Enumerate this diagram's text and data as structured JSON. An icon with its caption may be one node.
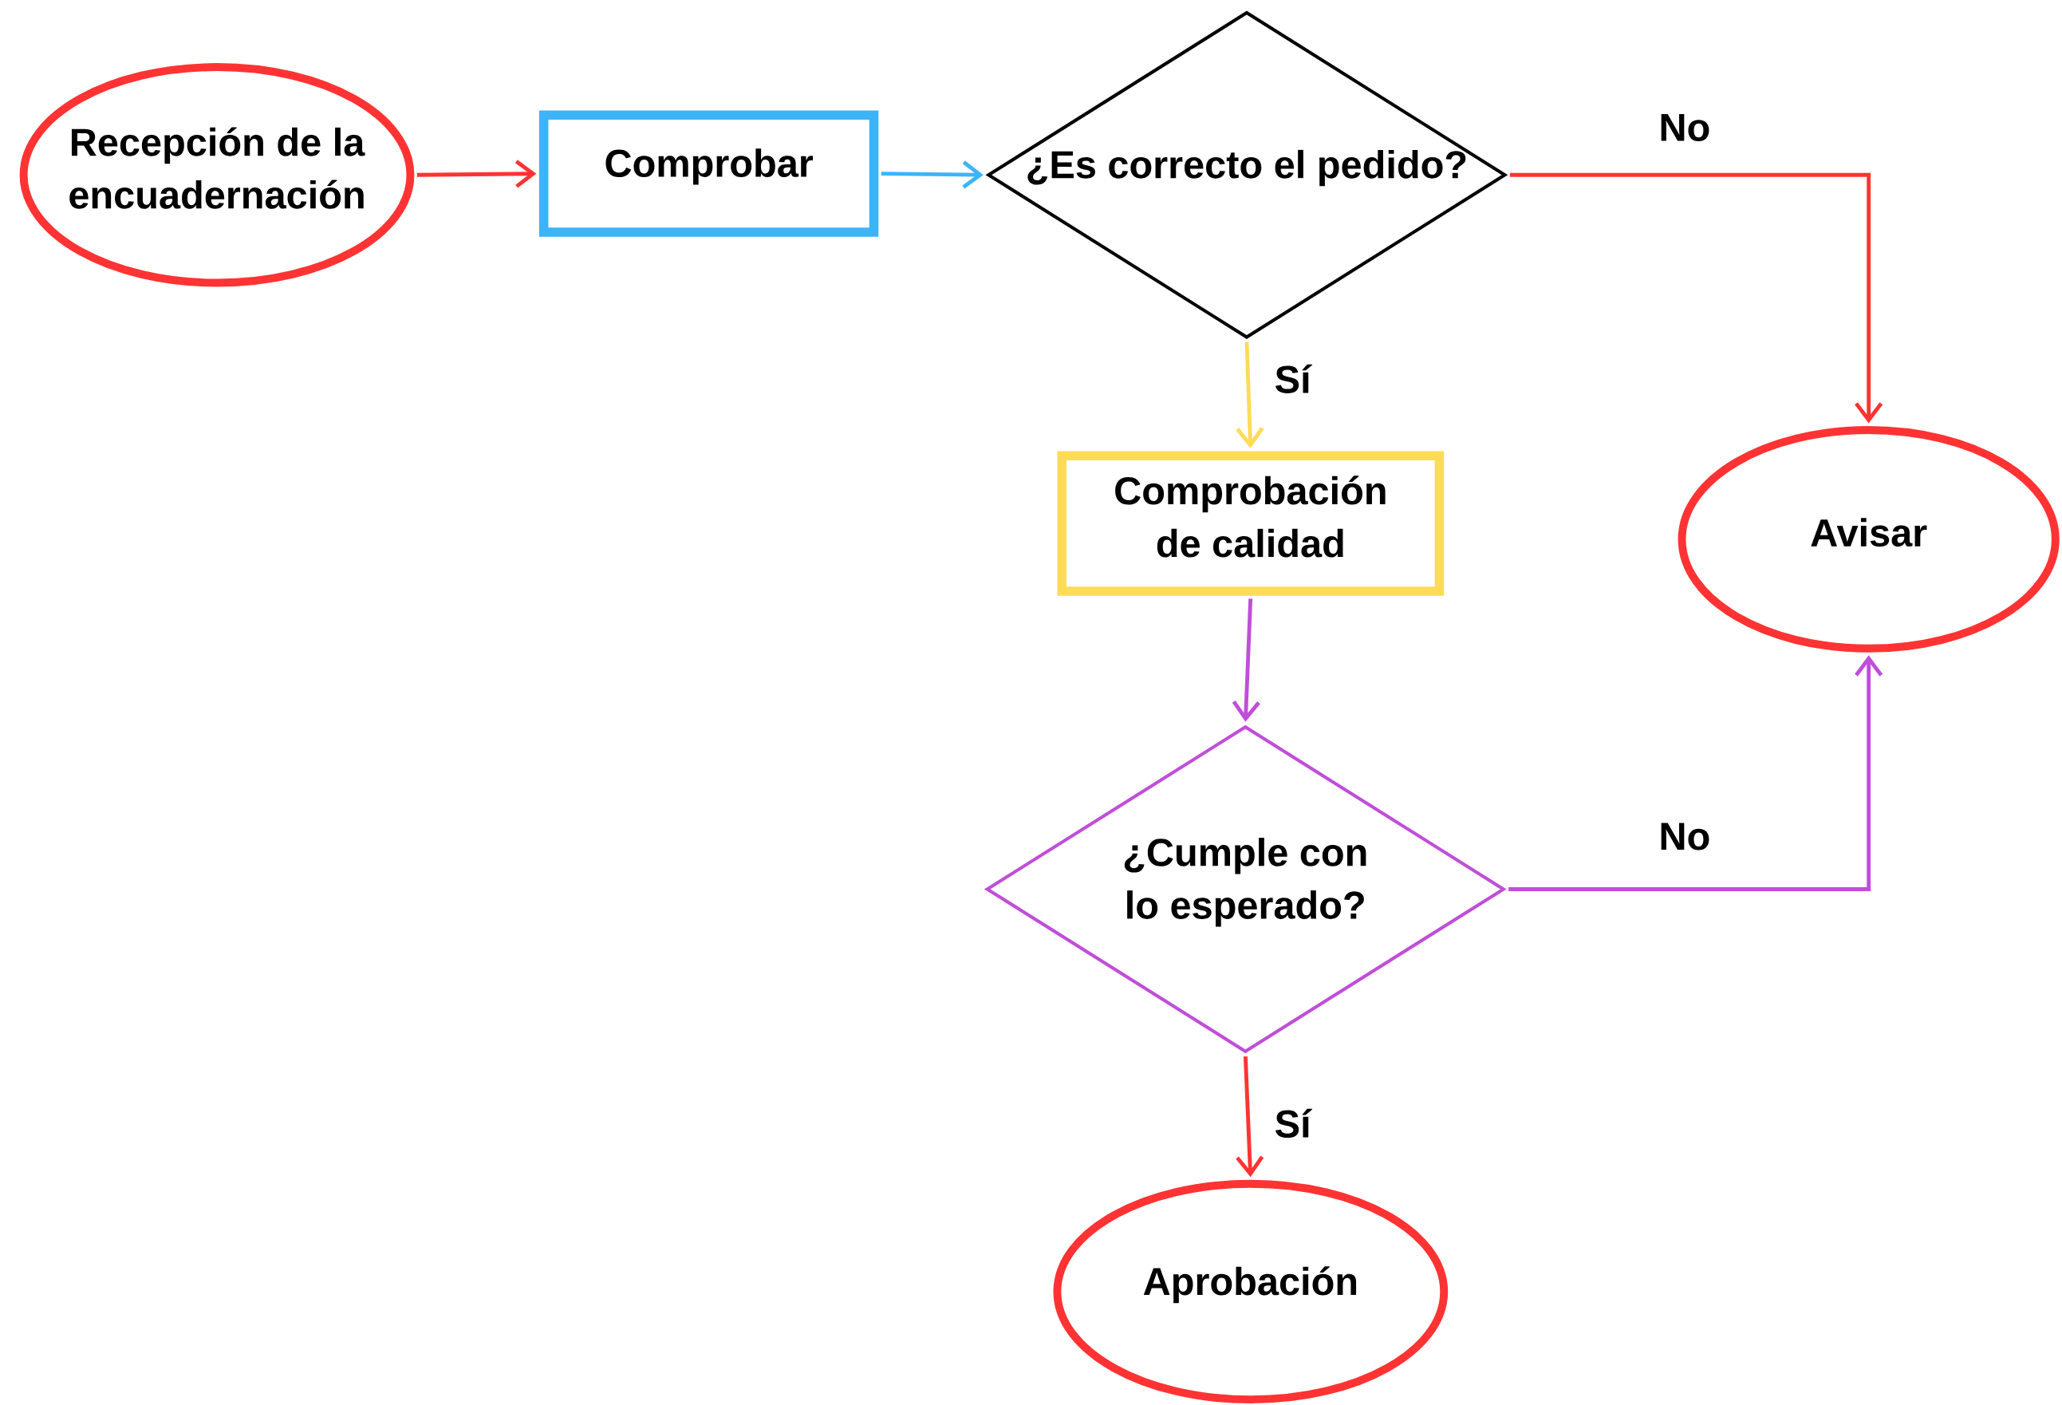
{
  "diagram": {
    "nodes": [
      {
        "text": [
          "Recepción de la encuadernación"
        ]
      },
      {
        "text": [
          "Comprobar"
        ]
      },
      {
        "text": [
          "¿Es correcto el pedido?"
        ]
      },
      {
        "text": [
          "Comprobación de calidad"
        ]
      },
      {
        "text": [
          "¿Cumple con lo esperado?"
        ]
      },
      {
        "text": [
          "Avisar"
        ]
      },
      {
        "text": [
          "Aprobación"
        ]
      }
    ],
    "edges": [
      {
        "from": 0,
        "to": 1,
        "arrow": "to",
        "color": "#ff3333"
      },
      {
        "from": 1,
        "to": 2,
        "arrow": "to",
        "color": "#3cb4f8"
      },
      {
        "from": 2,
        "to": 3,
        "arrow": "to",
        "label": "Sí",
        "color": "#ffdb58"
      },
      {
        "from": 3,
        "to": 4,
        "arrow": "to",
        "color": "#c04ed8"
      },
      {
        "from": 2,
        "to": 5,
        "arrow": "to",
        "label": "No",
        "color": "#ff3333"
      },
      {
        "from": 4,
        "to": 5,
        "arrow": "to",
        "label": "No",
        "color": "#c04ed8"
      },
      {
        "from": 4,
        "to": 6,
        "arrow": "to",
        "label": "Sí",
        "color": "#ff3333"
      }
    ]
  }
}
